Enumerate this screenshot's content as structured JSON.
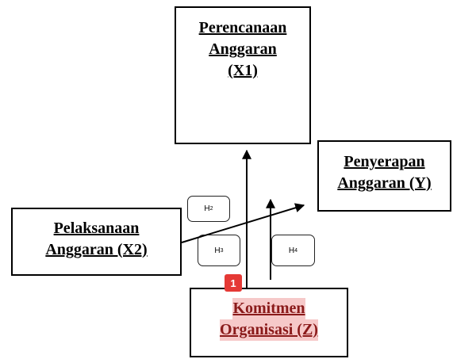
{
  "nodes": {
    "x1": {
      "lines": [
        "Perencanaan",
        "Anggaran",
        "(X1)"
      ]
    },
    "y": {
      "lines": [
        "Penyerapan",
        "Anggaran (Y)"
      ]
    },
    "x2": {
      "lines": [
        "Pelaksanaan",
        "Anggaran (X2)"
      ]
    },
    "z": {
      "lines": [
        "Komitmen",
        "Organisasi (Z)"
      ]
    }
  },
  "hypotheses": {
    "h2": {
      "letter": "H",
      "num": "2"
    },
    "h3": {
      "letter": "H",
      "num": "3"
    },
    "h4": {
      "letter": "H",
      "num": "4"
    }
  },
  "marker": {
    "label": "1",
    "color": "#e53935"
  },
  "colors": {
    "highlight_bg": "#f6c9c9",
    "highlight_text": "#8a1a1a"
  }
}
